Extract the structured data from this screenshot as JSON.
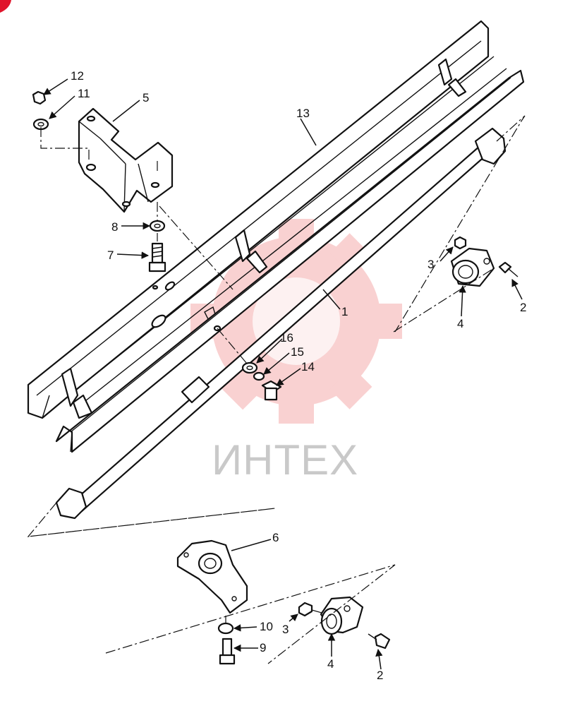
{
  "watermark": {
    "text": "ИНТЕХ",
    "gear_color": "#f29a9a"
  },
  "corner_mark_color": "#e0142b",
  "callouts": {
    "c12": "12",
    "c11": "11",
    "c5": "5",
    "c13": "13",
    "c8": "8",
    "c7": "7",
    "c1": "1",
    "c3a": "3",
    "c2a": "2",
    "c4a": "4",
    "c16": "16",
    "c15": "15",
    "c14": "14",
    "c6": "6",
    "c10": "10",
    "c9": "9",
    "c3b": "3",
    "c4b": "4",
    "c2b": "2"
  }
}
